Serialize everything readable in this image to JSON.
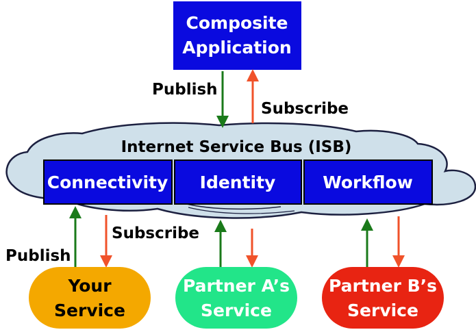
{
  "colors": {
    "blue_box": "#0a0adf",
    "cloud_fill": "#cfe0ea",
    "publish_arrow": "#1a7a1a",
    "subscribe_arrow": "#f0522a",
    "your_service": "#f4a800",
    "partner_a": "#22e589",
    "partner_b": "#e82412"
  },
  "composite_app": {
    "line1": "Composite",
    "line2": "Application"
  },
  "top_publish_label": "Publish",
  "top_subscribe_label": "Subscribe",
  "bus": {
    "title": "Internet Service Bus (ISB)",
    "modules": [
      "Connectivity",
      "Identity",
      "Workflow"
    ]
  },
  "bottom_publish_label": "Publish",
  "bottom_subscribe_label": "Subscribe",
  "services": [
    {
      "line1": "Your",
      "line2": "Service",
      "text_color": "#000000"
    },
    {
      "line1": "Partner A’s",
      "line2": "Service",
      "text_color": "#ffffff"
    },
    {
      "line1": "Partner B’s",
      "line2": "Service",
      "text_color": "#ffffff"
    }
  ]
}
